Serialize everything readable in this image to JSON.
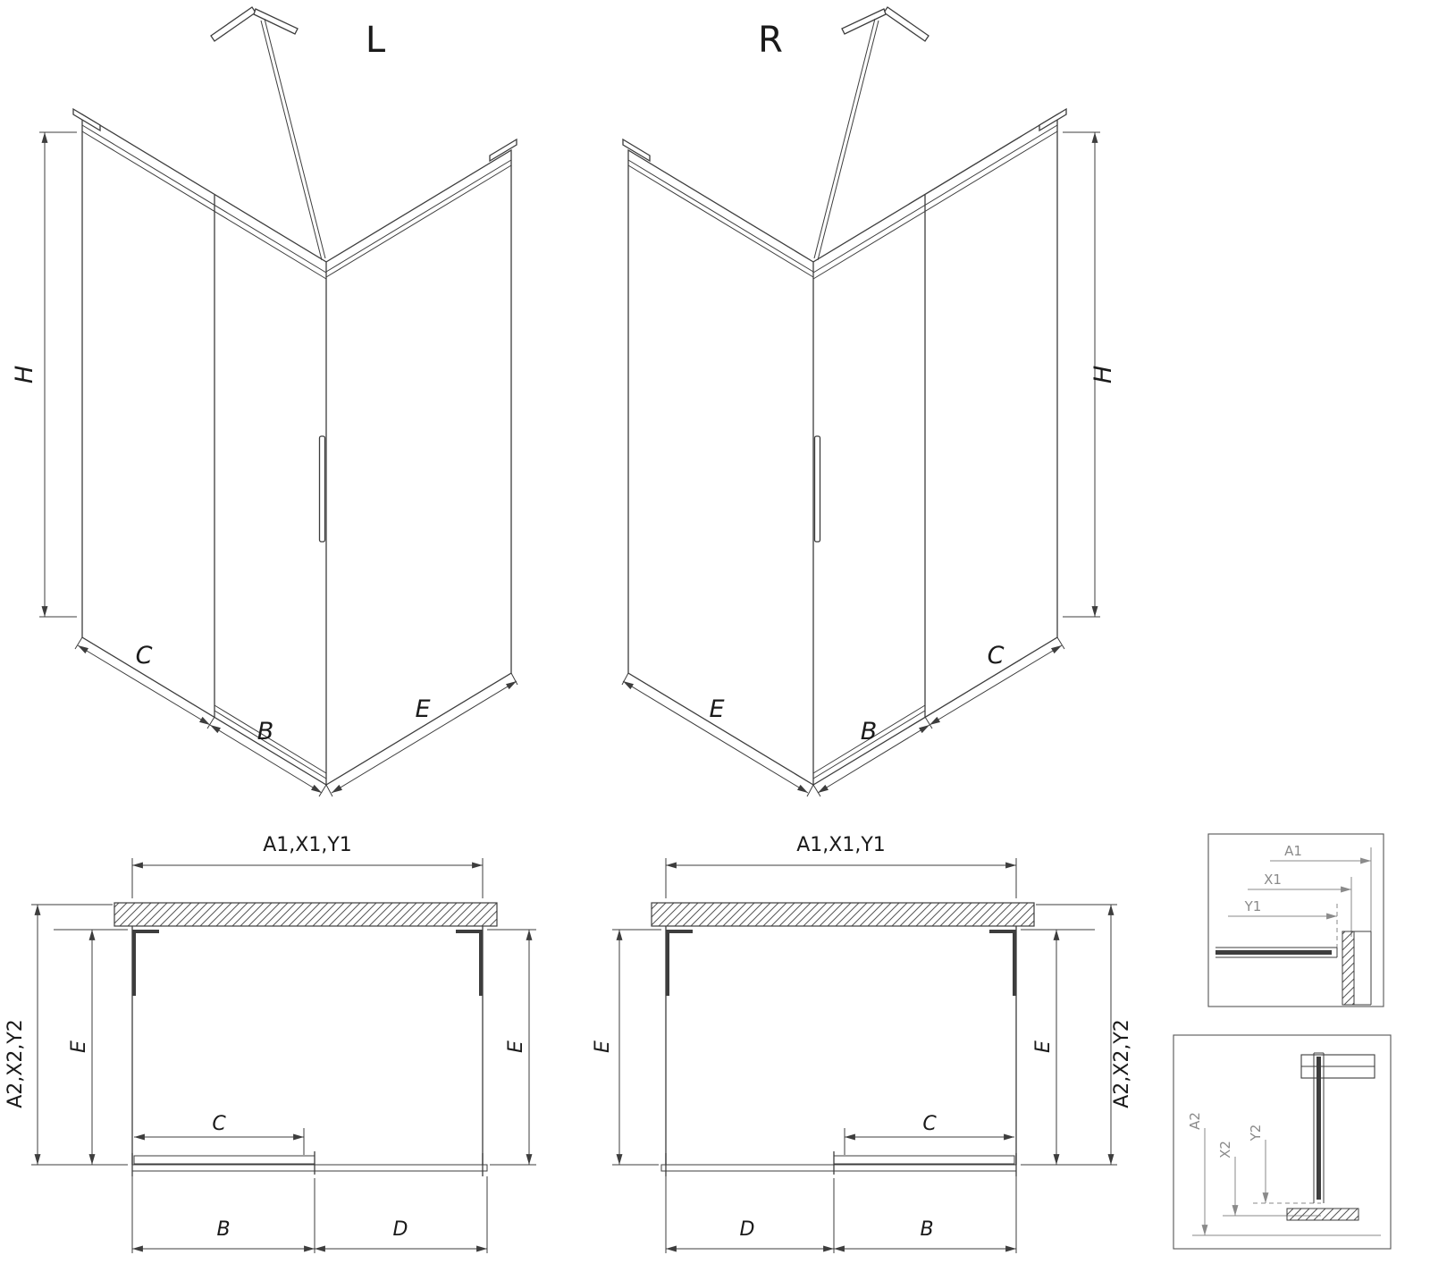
{
  "drawing": {
    "iso_left": {
      "view_label": "L",
      "dim_h": "H",
      "dim_c": "C",
      "dim_b": "B",
      "dim_e": "E"
    },
    "iso_right": {
      "view_label": "R",
      "dim_h": "H",
      "dim_c": "C",
      "dim_b": "B",
      "dim_e": "E"
    },
    "plan_left": {
      "dim_top": "A1,X1,Y1",
      "dim_left_outer": "A2,X2,Y2",
      "dim_left_inner": "E",
      "dim_right": "E",
      "dim_c": "C",
      "dim_b": "B",
      "dim_d": "D"
    },
    "plan_right": {
      "dim_top": "A1,X1,Y1",
      "dim_right_outer": "A2,X2,Y2",
      "dim_left": "E",
      "dim_right_inner": "E",
      "dim_c": "C",
      "dim_b": "B",
      "dim_d": "D"
    },
    "detail_top": {
      "dim_a1": "A1",
      "dim_x1": "X1",
      "dim_y1": "Y1"
    },
    "detail_bottom": {
      "dim_a2": "A2",
      "dim_x2": "X2",
      "dim_y2": "Y2"
    }
  },
  "colors": {
    "line": "#3d3d3d",
    "detail_line": "#8a8a8a",
    "background": "#ffffff"
  }
}
